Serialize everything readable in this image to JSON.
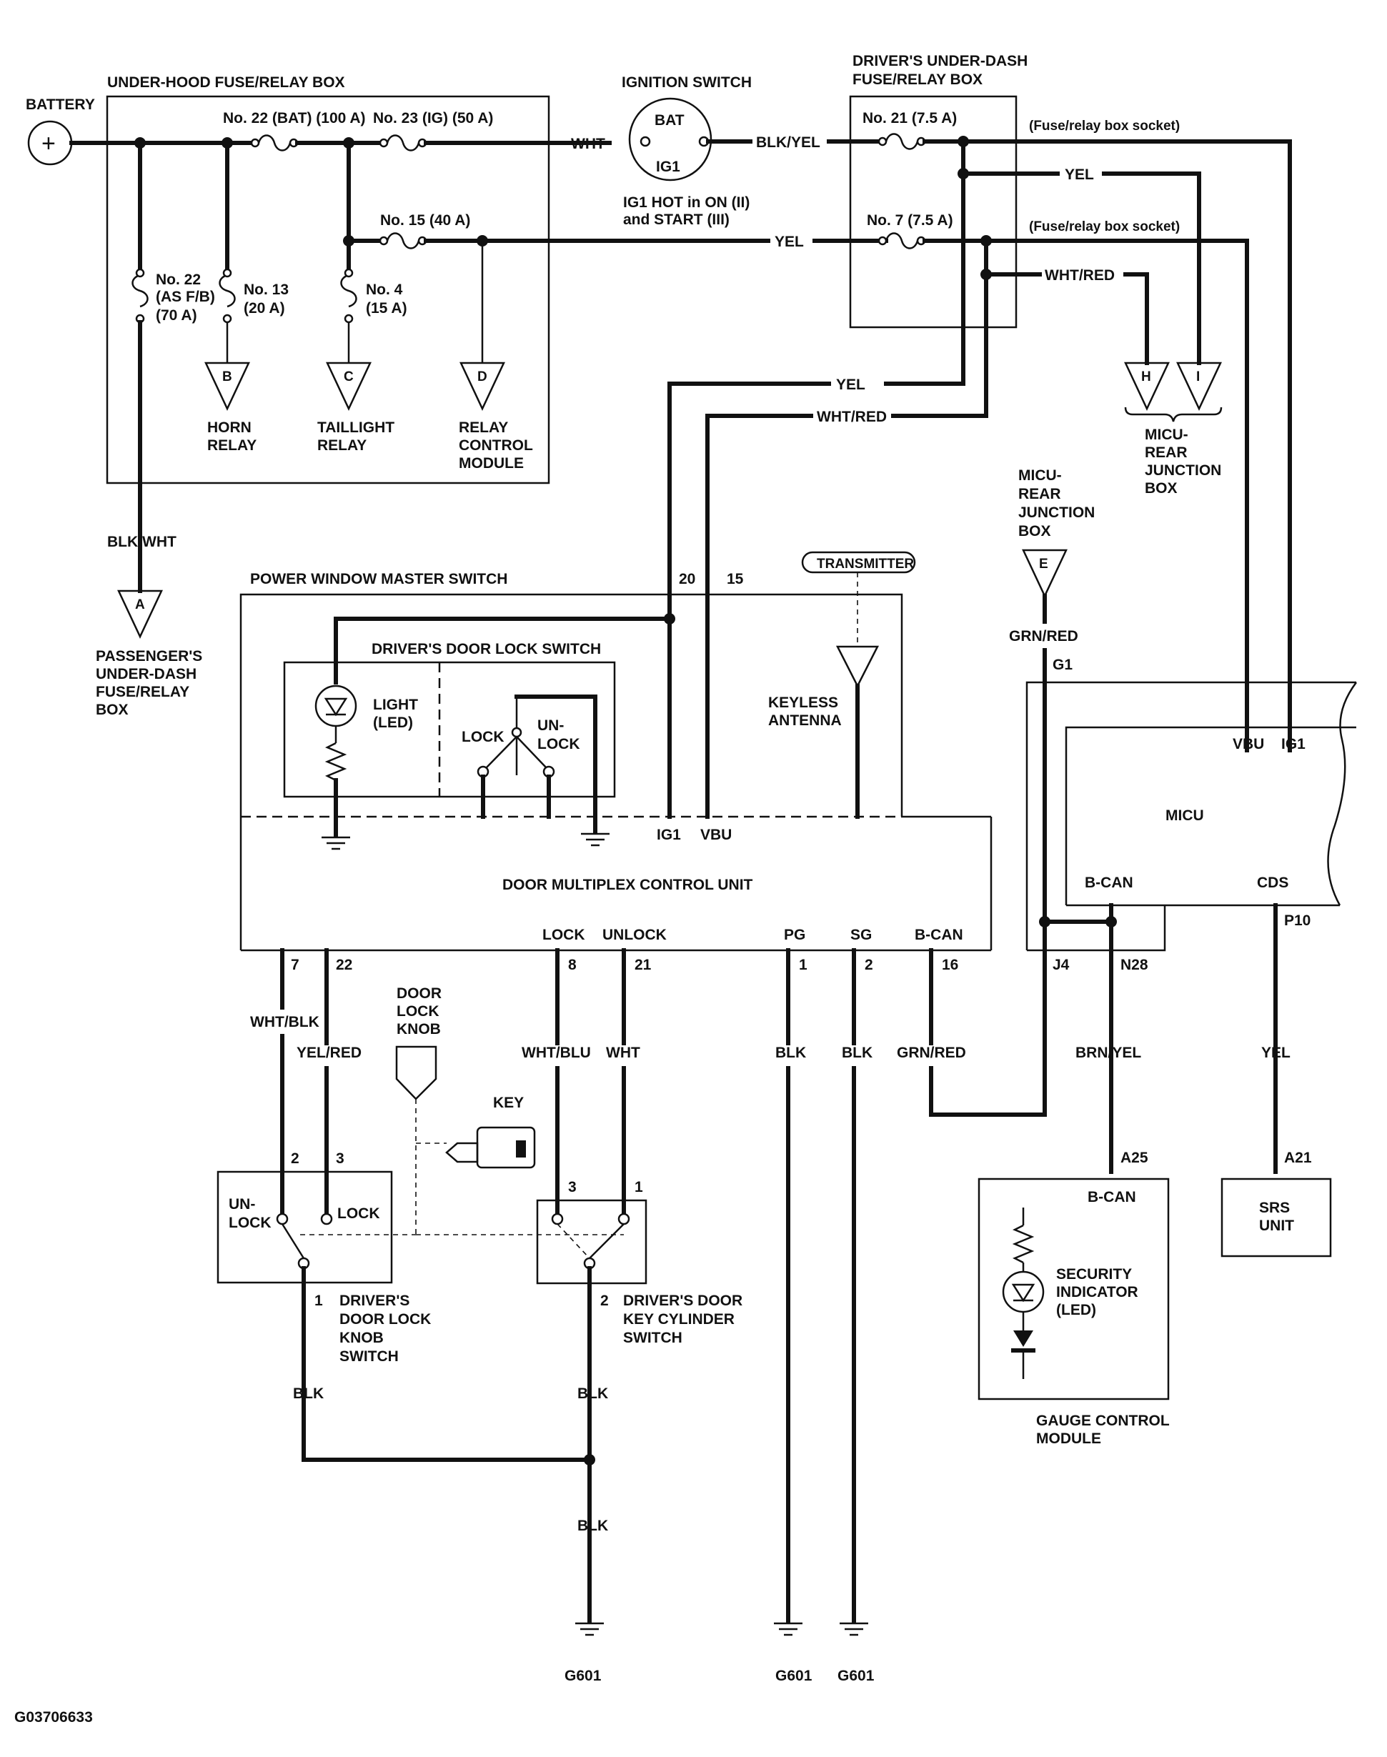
{
  "colors": {
    "ink": "#111111",
    "background": "#ffffff"
  },
  "battery": {
    "label": "BATTERY",
    "symbol": "+"
  },
  "under_hood_box": {
    "title": "UNDER-HOOD FUSE/RELAY BOX",
    "fuse_22_bat": "No. 22 (BAT) (100 A)",
    "fuse_23_ig": "No. 23 (IG) (50 A)",
    "fuse_15": "No. 15 (40 A)",
    "fuse_22_asfb": [
      "No. 22",
      "(AS F/B)",
      "(70 A)"
    ],
    "fuse_13": [
      "No. 13",
      "(20 A)"
    ],
    "fuse_4": [
      "No. 4",
      "(15 A)"
    ]
  },
  "connectors": {
    "a": "A",
    "b": "B",
    "c": "C",
    "d": "D",
    "e": "E",
    "h": "H",
    "i": "I"
  },
  "destinations": {
    "horn_relay": [
      "HORN",
      "RELAY"
    ],
    "taillight_relay": [
      "TAILLIGHT",
      "RELAY"
    ],
    "relay_control_module": [
      "RELAY",
      "CONTROL",
      "MODULE"
    ],
    "passenger_box": [
      "PASSENGER'S",
      "UNDER-DASH",
      "FUSE/RELAY",
      "BOX"
    ],
    "micu_rear_junction_top": [
      "MICU-",
      "REAR",
      "JUNCTION",
      "BOX"
    ],
    "micu_rear_junction_mid": [
      "MICU-",
      "REAR",
      "JUNCTION",
      "BOX"
    ]
  },
  "ignition_switch": {
    "title": "IGNITION SWITCH",
    "bat": "BAT",
    "ig1": "IG1",
    "note": [
      "IG1 HOT in ON (II)",
      "and START (III)"
    ]
  },
  "drivers_box": {
    "title": [
      "DRIVER'S UNDER-DASH",
      "FUSE/RELAY BOX"
    ],
    "fuse_21": "No. 21 (7.5 A)",
    "fuse_7": "No. 7 (7.5 A)",
    "socket_1": "(Fuse/relay box socket)",
    "socket_2": "(Fuse/relay box socket)"
  },
  "wire_colors": {
    "wht": "WHT",
    "blk_yel": "BLK/YEL",
    "yel_top": "YEL",
    "yel_mid": "YEL",
    "wht_red_top": "WHT/RED",
    "yel_down": "YEL",
    "wht_red_down": "WHT/RED",
    "blk_wht": "BLK/WHT",
    "grn_red_top": "GRN/RED",
    "wht_blk": "WHT/BLK",
    "yel_red": "YEL/RED",
    "wht_blu": "WHT/BLU",
    "wht_bottom": "WHT",
    "blk_pg": "BLK",
    "blk_sg": "BLK",
    "grn_red_bottom": "GRN/RED",
    "brn_yel": "BRN/YEL",
    "yel_srs": "YEL",
    "blk_1": "BLK",
    "blk_2": "BLK",
    "blk_3": "BLK"
  },
  "pins": {
    "p20": "20",
    "p15": "15",
    "g1": "G1",
    "p7": "7",
    "p22": "22",
    "p8": "8",
    "p21": "21",
    "p1": "1",
    "p2": "2",
    "p16": "16",
    "j4": "J4",
    "n28": "N28",
    "p10": "P10",
    "a25": "A25",
    "a21": "A21",
    "knob_2": "2",
    "knob_3": "3",
    "knob_1": "1",
    "cyl_3": "3",
    "cyl_1": "1",
    "cyl_2": "2"
  },
  "power_window": {
    "title": "POWER WINDOW MASTER SWITCH",
    "lock_switch_title": "DRIVER'S DOOR LOCK SWITCH",
    "light": [
      "LIGHT",
      "(LED)"
    ],
    "lock": "LOCK",
    "unlock": [
      "UN-",
      "LOCK"
    ],
    "transmitter": "TRANSMITTER",
    "keyless_antenna": [
      "KEYLESS",
      "ANTENNA"
    ],
    "ig1": "IG1",
    "vbu": "VBU",
    "control_unit": "DOOR MULTIPLEX CONTROL UNIT",
    "term_lock": "LOCK",
    "term_unlock": "UNLOCK",
    "term_pg": "PG",
    "term_sg": "SG",
    "term_bcan": "B-CAN"
  },
  "micu": {
    "label": "MICU",
    "vbu": "VBU",
    "ig1": "IG1",
    "bcan": "B-CAN",
    "cds": "CDS"
  },
  "door_lock_knob": [
    "DOOR",
    "LOCK",
    "KNOB"
  ],
  "key": "KEY",
  "knob_switch": {
    "unlock": [
      "UN-",
      "LOCK"
    ],
    "lock": "LOCK",
    "name": [
      "DRIVER'S",
      "DOOR LOCK",
      "KNOB",
      "SWITCH"
    ]
  },
  "cylinder_switch": {
    "name": [
      "DRIVER'S DOOR",
      "KEY CYLINDER",
      "SWITCH"
    ]
  },
  "gauge_module": {
    "bcan": "B-CAN",
    "security": [
      "SECURITY",
      "INDICATOR",
      "(LED)"
    ],
    "name": [
      "GAUGE CONTROL",
      "MODULE"
    ]
  },
  "srs_unit": [
    "SRS",
    "UNIT"
  ],
  "grounds": {
    "g601_1": "G601",
    "g601_2": "G601",
    "g601_3": "G601"
  },
  "figure_code": "G03706633"
}
